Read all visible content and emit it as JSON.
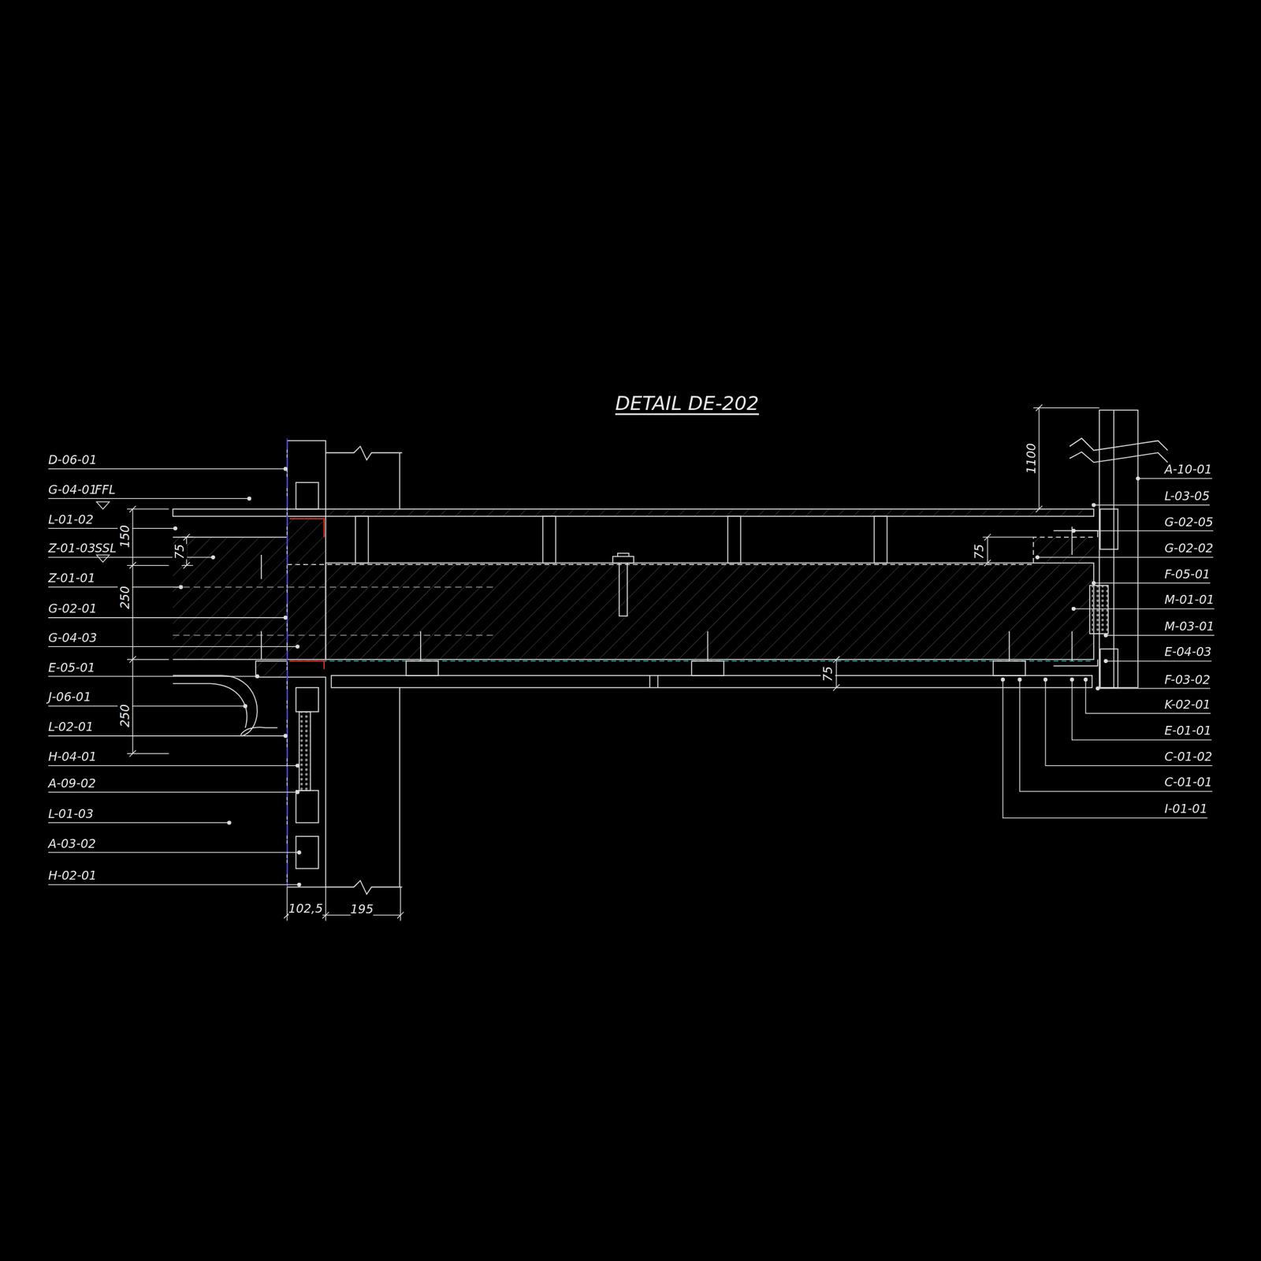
{
  "diagram": {
    "title": "DETAIL DE-202",
    "labels": [
      "D-06-01",
      "G-04-01",
      "FFL",
      "L-01-02",
      "Z-01-03",
      "SSL",
      "Z-01-01",
      "G-02-01",
      "G-04-03",
      "E-05-01",
      "J-06-01",
      "L-02-01",
      "H-04-01",
      "A-09-02",
      "L-01-03",
      "A-03-02",
      "H-02-01",
      "A-10-01",
      "L-03-05",
      "G-02-05",
      "G-02-02",
      "F-05-01",
      "M-01-01",
      "M-03-01",
      "E-04-03",
      "F-03-02",
      "K-02-01",
      "E-01-01",
      "C-01-02",
      "C-01-01",
      "I-01-01",
      "150",
      "75",
      "250",
      "250",
      "102,5",
      "195",
      "1100",
      "75",
      "75"
    ]
  }
}
